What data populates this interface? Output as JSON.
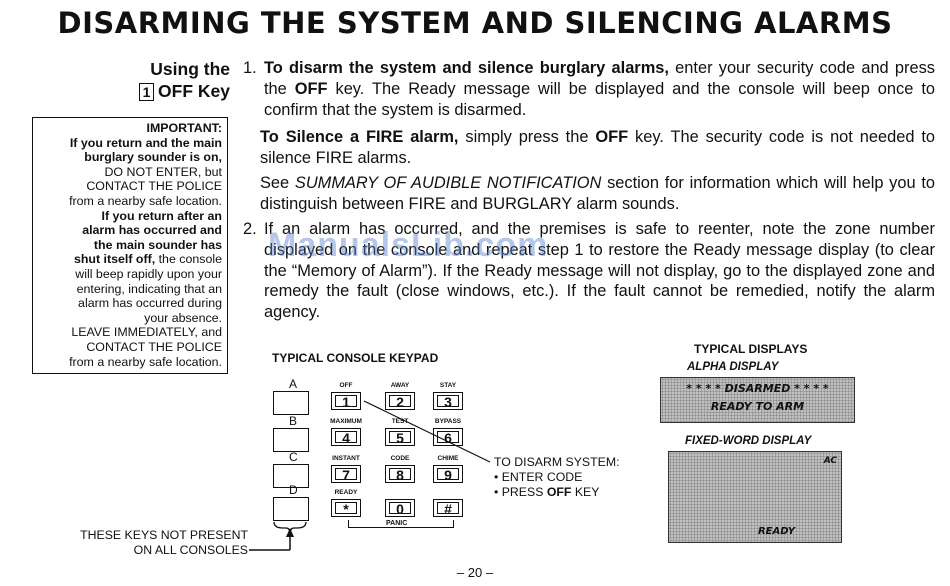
{
  "title": "DISARMING THE SYSTEM AND SILENCING ALARMS",
  "side_heading": {
    "line1": "Using the",
    "key": "1",
    "line2": "OFF Key"
  },
  "important_box": {
    "heading": "IMPORTANT:",
    "lines": [
      {
        "text": "If you return and the main",
        "bold": true
      },
      {
        "text": "burglary sounder is on,",
        "bold": true
      },
      {
        "text": "DO NOT ENTER, but",
        "bold": false
      },
      {
        "text": "CONTACT THE POLICE",
        "bold": false
      },
      {
        "text": "from a nearby safe location.",
        "bold": false
      },
      {
        "text": "If you return after an",
        "bold": true
      },
      {
        "text": "alarm has occurred and",
        "bold": true
      },
      {
        "text": "the main sounder has",
        "bold": true
      },
      {
        "text": "shut itself off,",
        "bold": true,
        "rest": " the console"
      },
      {
        "text": "will beep rapidly upon your",
        "bold": false
      },
      {
        "text": "entering, indicating that an",
        "bold": false
      },
      {
        "text": "alarm has occurred during",
        "bold": false
      },
      {
        "text": "your absence.",
        "bold": false
      },
      {
        "text": "LEAVE IMMEDIATELY, and",
        "bold": false
      },
      {
        "text": "CONTACT THE POLICE",
        "bold": false
      },
      {
        "text": "from a nearby safe location.",
        "bold": false
      }
    ]
  },
  "step1": {
    "number": "1.",
    "bold_lead": "To disarm the system and silence burglary alarms,",
    "text_a": " enter your security code and press the ",
    "off": "OFF",
    "text_b": " key. The Ready message will be displayed and the console will beep once to confirm that the system is disarmed.",
    "fire_lead": "To Silence a FIRE alarm,",
    "fire_a": " simply press the ",
    "fire_off": "OFF",
    "fire_b": " key. The security code is not needed to silence FIRE alarms.",
    "see_a": "See ",
    "see_italic": "SUMMARY OF AUDIBLE NOTIFICATION",
    "see_b": " section for information which will help you to distinguish between FIRE and BURGLARY alarm sounds."
  },
  "step2": {
    "number": "2.",
    "text": "If an alarm has occurred, and the premises is safe to reenter, note the zone number displayed on the console and repeat step 1 to restore the Ready message display (to clear the “Memory of Alarm”). If the Ready message will not display, go to the displayed zone and remedy the fault (close windows, etc.). If the fault cannot be remedied, notify the alarm agency."
  },
  "watermark": "ManualsLib.com",
  "keypad": {
    "caption": "TYPICAL CONSOLE KEYPAD",
    "side_labels": [
      "A",
      "B",
      "C",
      "D"
    ],
    "keys": [
      {
        "label": "OFF",
        "digit": "1"
      },
      {
        "label": "AWAY",
        "digit": "2"
      },
      {
        "label": "STAY",
        "digit": "3"
      },
      {
        "label": "MAXIMUM",
        "digit": "4"
      },
      {
        "label": "TEST",
        "digit": "5"
      },
      {
        "label": "BYPASS",
        "digit": "6"
      },
      {
        "label": "INSTANT",
        "digit": "7"
      },
      {
        "label": "CODE",
        "digit": "8"
      },
      {
        "label": "CHIME",
        "digit": "9"
      },
      {
        "label": "READY",
        "digit": "*"
      },
      {
        "label": "",
        "digit": "0"
      },
      {
        "label": "",
        "digit": "#"
      }
    ],
    "panic": "PANIC",
    "disarm_note": {
      "heading": "TO DISARM SYSTEM:",
      "step1": "• ENTER CODE",
      "step2_a": "• PRESS ",
      "step2_b": "OFF",
      "step2_c": " KEY"
    },
    "keys_note": [
      "THESE KEYS NOT PRESENT",
      "ON ALL CONSOLES"
    ]
  },
  "displays": {
    "caption": "TYPICAL DISPLAYS",
    "alpha_caption": "ALPHA DISPLAY",
    "alpha_line1": "* * * * DISARMED * * * *",
    "alpha_line2": "READY TO ARM",
    "fixed_caption": "FIXED-WORD DISPLAY",
    "fixed_ac": "AC",
    "fixed_ready": "READY"
  },
  "page_number": "– 20 –"
}
